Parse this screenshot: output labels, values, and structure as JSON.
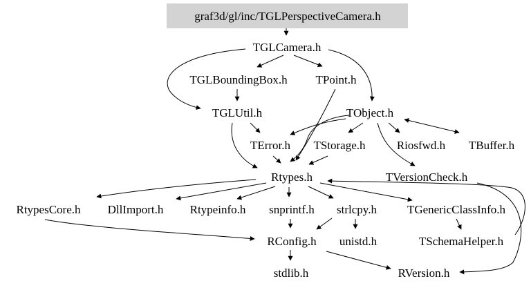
{
  "diagram": {
    "root": "graf3d/gl/inc/TGLPerspectiveCamera.h",
    "root_fill": "#d3d3d3",
    "nodes": {
      "root": "graf3d/gl/inc/TGLPerspectiveCamera.h",
      "tglcamera": "TGLCamera.h",
      "tglboundingbox": "TGLBoundingBox.h",
      "tpoint": "TPoint.h",
      "tglutil": "TGLUtil.h",
      "tobject": "TObject.h",
      "terror": "TError.h",
      "tstorage": "TStorage.h",
      "riosfwd": "Riosfwd.h",
      "tbuffer": "TBuffer.h",
      "rtypes": "Rtypes.h",
      "tversioncheck": "TVersionCheck.h",
      "rtypescore": "RtypesCore.h",
      "dllimport": "DllImport.h",
      "rtypeinfo": "Rtypeinfo.h",
      "snprintf": "snprintf.h",
      "strlcpy": "strlcpy.h",
      "tgenericclassinfo": "TGenericClassInfo.h",
      "rconfig": "RConfig.h",
      "unistd": "unistd.h",
      "tschemahelper": "TSchemaHelper.h",
      "stdlib": "stdlib.h",
      "rversion": "RVersion.h"
    },
    "edges": [
      [
        "root",
        "tglcamera"
      ],
      [
        "tglcamera",
        "tglboundingbox"
      ],
      [
        "tglcamera",
        "tpoint"
      ],
      [
        "tglcamera",
        "tglutil"
      ],
      [
        "tglcamera",
        "tobject"
      ],
      [
        "tglboundingbox",
        "tglutil"
      ],
      [
        "tpoint",
        "rtypes"
      ],
      [
        "tglutil",
        "terror"
      ],
      [
        "tglutil",
        "rtypes"
      ],
      [
        "tobject",
        "terror"
      ],
      [
        "tobject",
        "tstorage"
      ],
      [
        "tobject",
        "riosfwd"
      ],
      [
        "tobject",
        "tbuffer"
      ],
      [
        "tobject",
        "tversioncheck"
      ],
      [
        "tobject",
        "rtypes"
      ],
      [
        "tbuffer",
        "tobject"
      ],
      [
        "terror",
        "rtypes"
      ],
      [
        "tstorage",
        "rtypes"
      ],
      [
        "tversioncheck",
        "rversion"
      ],
      [
        "rtypes",
        "rtypescore"
      ],
      [
        "rtypes",
        "dllimport"
      ],
      [
        "rtypes",
        "rtypeinfo"
      ],
      [
        "rtypes",
        "snprintf"
      ],
      [
        "rtypes",
        "strlcpy"
      ],
      [
        "rtypes",
        "tgenericclassinfo"
      ],
      [
        "rtypescore",
        "rconfig"
      ],
      [
        "snprintf",
        "rconfig"
      ],
      [
        "strlcpy",
        "rconfig"
      ],
      [
        "strlcpy",
        "unistd"
      ],
      [
        "tgenericclassinfo",
        "tschemahelper"
      ],
      [
        "tschemahelper",
        "rtypes"
      ],
      [
        "rconfig",
        "stdlib"
      ],
      [
        "rconfig",
        "rversion"
      ]
    ]
  }
}
